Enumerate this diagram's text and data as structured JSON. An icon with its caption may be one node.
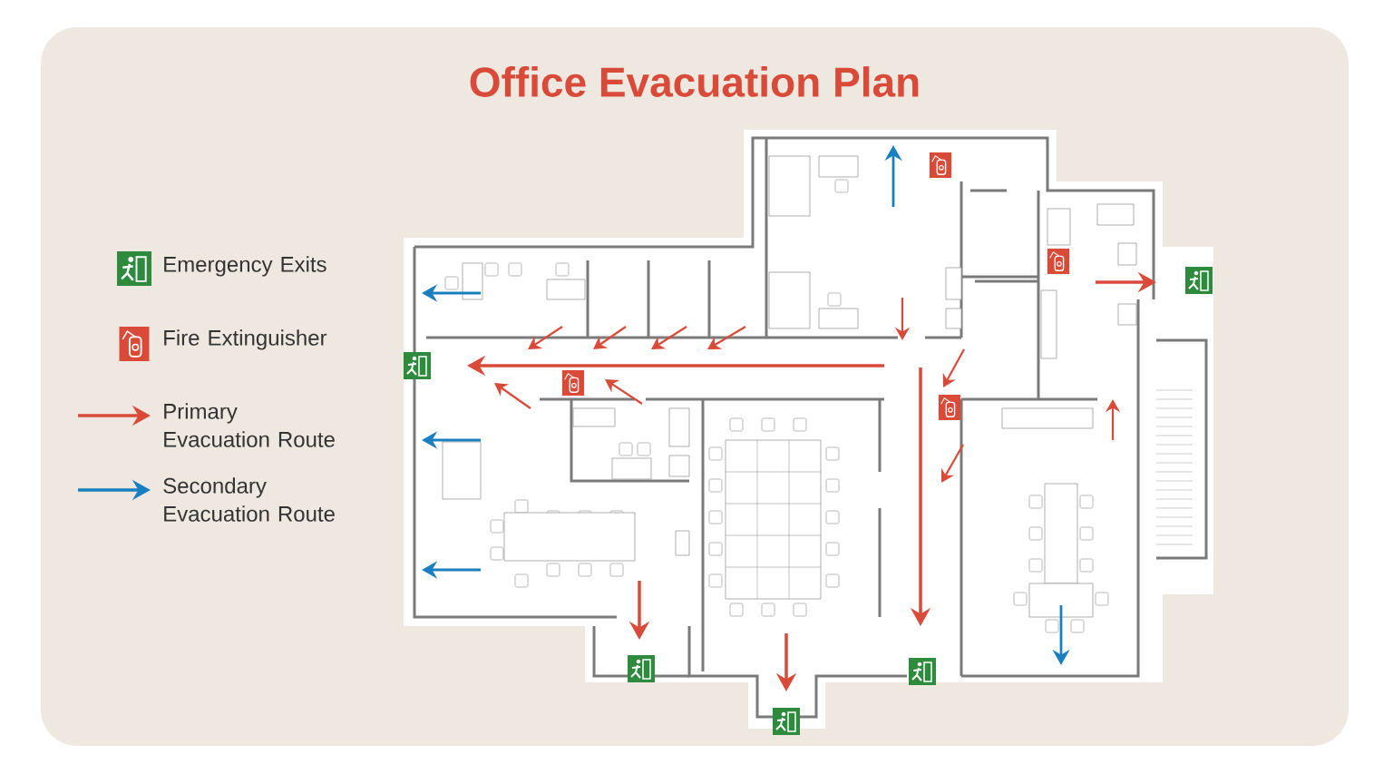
{
  "diagram": {
    "title": "Office Evacuation Plan",
    "legend": [
      {
        "text": "Emergency Exits"
      },
      {
        "text": "Fire Extinguisher"
      },
      {
        "text": "Primary Evacuation Route"
      },
      {
        "text": "Secondary Evacuation Route"
      }
    ]
  }
}
